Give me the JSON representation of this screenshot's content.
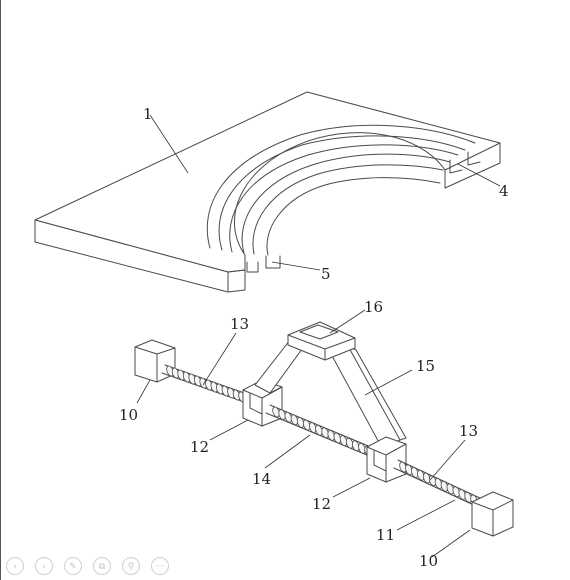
{
  "labels": {
    "plate": "1",
    "outer_groove": "4",
    "inner_groove": "5",
    "end_block_left": "10",
    "end_block_right": "10",
    "screw_right_end": "11",
    "slider_left": "12",
    "slider_right": "12",
    "screw_left": "13",
    "screw_right": "13",
    "screw_middle": "14",
    "support_arm": "15",
    "top_cap": "16"
  },
  "toolbar": [
    {
      "name": "prev",
      "glyph": "‹"
    },
    {
      "name": "next",
      "glyph": "›"
    },
    {
      "name": "edit",
      "glyph": "✎"
    },
    {
      "name": "copy",
      "glyph": "⧉"
    },
    {
      "name": "zoom",
      "glyph": "⚲"
    },
    {
      "name": "more",
      "glyph": "⋯"
    }
  ]
}
